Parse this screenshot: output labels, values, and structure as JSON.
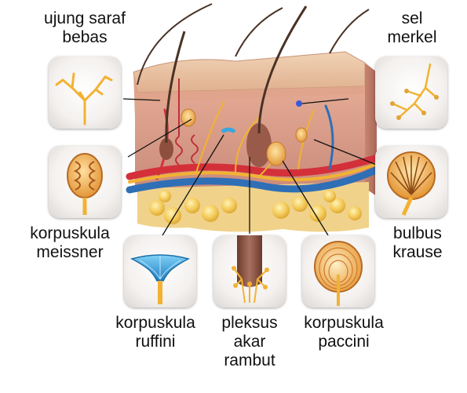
{
  "labels": {
    "free_nerve_endings": [
      "ujung saraf",
      "bebas"
    ],
    "merkel": [
      "sel",
      "merkel"
    ],
    "meissner": [
      "korpuskula",
      "meissner"
    ],
    "krause": [
      "bulbus",
      "krause"
    ],
    "ruffini": [
      "korpuskula",
      "ruffini"
    ],
    "hair_plexus": [
      "pleksus",
      "akar",
      "rambut"
    ],
    "paccini": [
      "korpuskula",
      "paccini"
    ]
  },
  "colors": {
    "skin_surface": "#e9c2a0",
    "dermis": "#d79a86",
    "nerve": "#f2b233",
    "artery": "#d3303a",
    "vein": "#2f6fb6",
    "fat": "#f3c956",
    "ruffini_blue": "#3aa6e0",
    "hair": "#4a3226"
  }
}
